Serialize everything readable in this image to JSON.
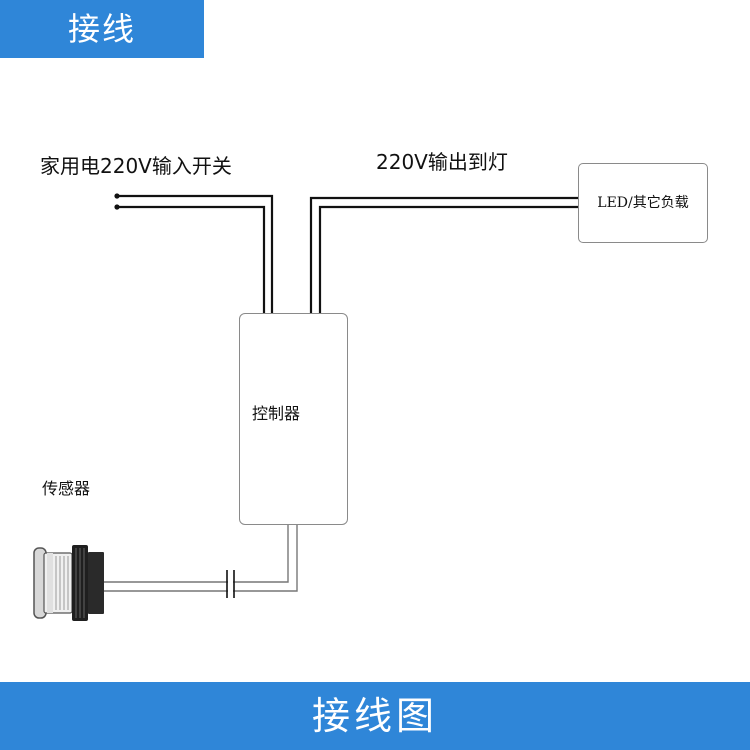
{
  "header": {
    "title": "接线"
  },
  "footer": {
    "title": "接线图"
  },
  "diagram": {
    "input_label": "家用电220V输入开关",
    "output_label": "220V输出到灯",
    "load_label": "LED/其它负载",
    "controller_label": "控制器",
    "sensor_label": "传感器"
  },
  "colors": {
    "accent": "#2f86d8",
    "wire": "#111111",
    "box_border": "#8a8a8a"
  }
}
